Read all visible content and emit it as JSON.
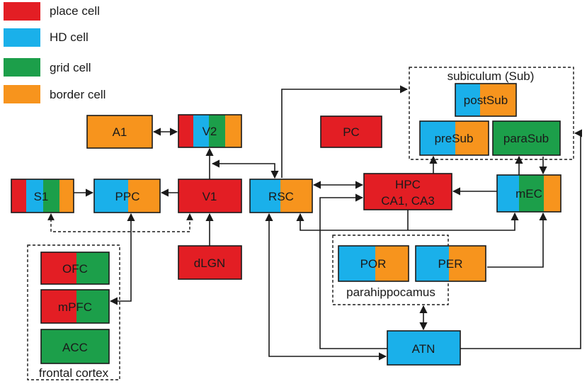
{
  "legend": [
    {
      "label": "place cell",
      "color": "#e31e24"
    },
    {
      "label": "HD cell",
      "color": "#1ab0ea"
    },
    {
      "label": "grid cell",
      "color": "#1c9f4a"
    },
    {
      "label": "border cell",
      "color": "#f7941d"
    }
  ],
  "groups": {
    "subiculum": "subiculum (Sub)",
    "parahippocampus": "parahippocamus",
    "frontal": "frontal cortex"
  },
  "nodes": {
    "A1": "A1",
    "V2": "V2",
    "PC": "PC",
    "postSub": "postSub",
    "preSub": "preSub",
    "paraSub": "paraSub",
    "S1": "S1",
    "PPC": "PPC",
    "V1": "V1",
    "RSC": "RSC",
    "HPC1": "HPC",
    "HPC2": "CA1, CA3",
    "mEC": "mEC",
    "dLGN": "dLGN",
    "OFC": "OFC",
    "POR": "POR",
    "PER": "PER",
    "mPFC": "mPFC",
    "ACC": "ACC",
    "ATN": "ATN"
  }
}
